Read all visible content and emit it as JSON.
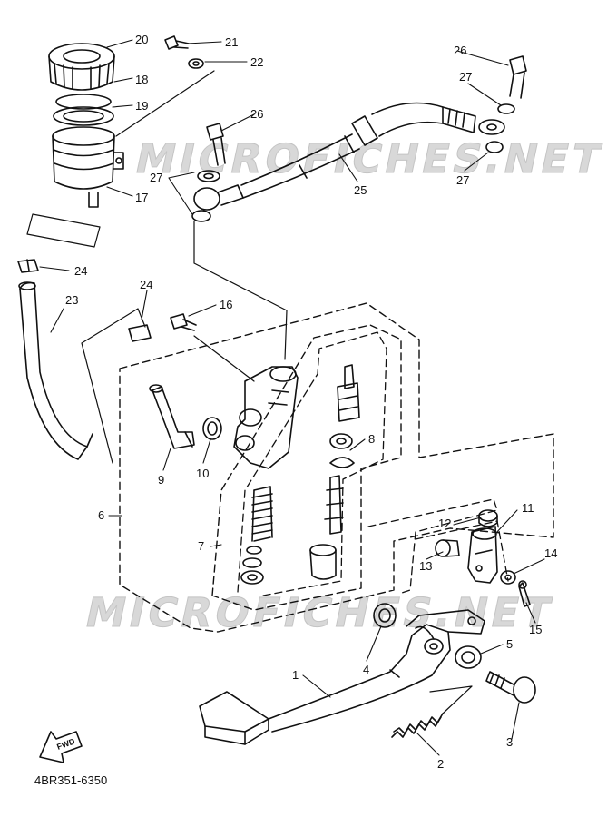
{
  "watermark": "MICROFICHES.NET",
  "diagram_code": "4BR351-6350",
  "fwd_label": "FWD",
  "callouts": {
    "c1": "1",
    "c2": "2",
    "c3": "3",
    "c4": "4",
    "c5": "5",
    "c6": "6",
    "c7": "7",
    "c8": "8",
    "c9": "9",
    "c10": "10",
    "c11": "11",
    "c12": "12",
    "c13": "13",
    "c14": "14",
    "c15": "15",
    "c16": "16",
    "c17": "17",
    "c18": "18",
    "c19": "19",
    "c20": "20",
    "c21": "21",
    "c22": "22",
    "c23": "23",
    "c24a": "24",
    "c24b": "24",
    "c25": "25",
    "c26a": "26",
    "c26b": "26",
    "c27a": "27",
    "c27b": "27",
    "c27c": "27"
  }
}
